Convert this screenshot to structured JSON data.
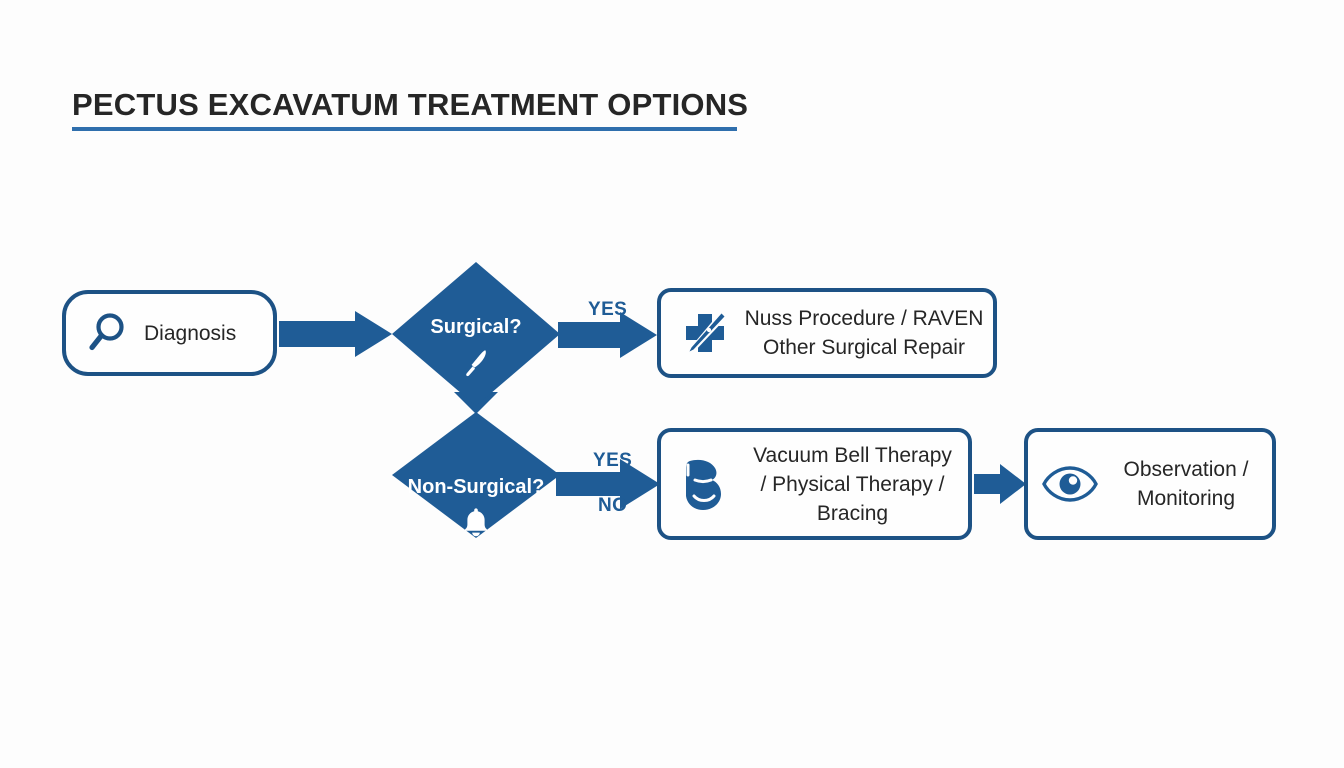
{
  "page": {
    "background": "#fdfdfd",
    "accent_fill": "#1f5c96",
    "accent_border": "#1d5285",
    "title_rule_color": "#2f6fad",
    "text_color": "#262626"
  },
  "header": {
    "title": "PECTUS EXCAVATUM TREATMENT OPTIONS"
  },
  "flowchart": {
    "type": "decision-flowchart",
    "nodes": [
      {
        "id": "diagnosis",
        "shape": "rounded-rectangle",
        "label": "Diagnosis",
        "icon": "magnifier-icon"
      },
      {
        "id": "surgical",
        "shape": "diamond",
        "label": "Surgical?",
        "icon": "scalpel-icon"
      },
      {
        "id": "nuss",
        "shape": "rounded-rectangle",
        "label_line1": "Nuss Procedure / RAVEN",
        "label_line2": "Other Surgical Repair",
        "icon": "medical-cross-scalpel-icon"
      },
      {
        "id": "nonsurgical",
        "shape": "diamond",
        "label": "Non-Surgical?",
        "icon": "bell-icon"
      },
      {
        "id": "vacuum",
        "shape": "rounded-rectangle",
        "label_line1": "Vacuum Bell Therapy",
        "label_line2": "/ Physical Therapy /",
        "label_line3": "Bracing",
        "icon": "flexed-biceps-icon"
      },
      {
        "id": "observation",
        "shape": "rounded-rectangle",
        "label_line1": "Observation /",
        "label_line2": "Monitoring",
        "icon": "eye-icon"
      }
    ],
    "edges": [
      {
        "id": "e1",
        "from": "diagnosis",
        "to": "surgical",
        "label": ""
      },
      {
        "id": "e2",
        "from": "surgical",
        "to": "nuss",
        "label": "YES"
      },
      {
        "id": "e3",
        "from": "surgical",
        "to": "nonsurgical",
        "label": ""
      },
      {
        "id": "e4",
        "from": "nonsurgical",
        "to": "vacuum",
        "label": "YES"
      },
      {
        "id": "e5",
        "from": "nonsurgical",
        "to": "vacuum",
        "label": "NO"
      },
      {
        "id": "e6",
        "from": "vacuum",
        "to": "observation",
        "label": ""
      }
    ],
    "edge_labels": {
      "yes_top": "YES",
      "yes_bottom": "YES",
      "no_bottom": "NO"
    }
  }
}
